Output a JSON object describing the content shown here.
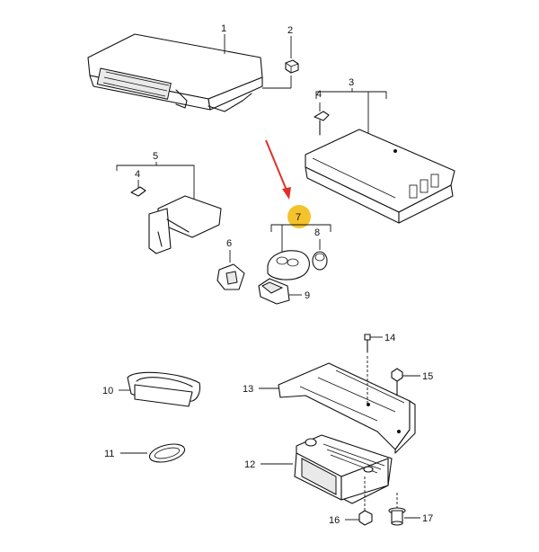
{
  "callouts": {
    "c1": "1",
    "c2": "2",
    "c3": "3",
    "c4a": "4",
    "c4b": "4",
    "c5": "5",
    "c6": "6",
    "c7": "7",
    "c8": "8",
    "c9": "9",
    "c10": "10",
    "c11": "11",
    "c12": "12",
    "c13": "13",
    "c14": "14",
    "c15": "15",
    "c16": "16",
    "c17": "17"
  },
  "colors": {
    "arrow": "#e0302a",
    "highlight": "#f2b705",
    "line": "#111111"
  },
  "icons": {
    "arrow": "red-pointer-arrow-icon",
    "highlight": "highlight-circle-icon"
  }
}
